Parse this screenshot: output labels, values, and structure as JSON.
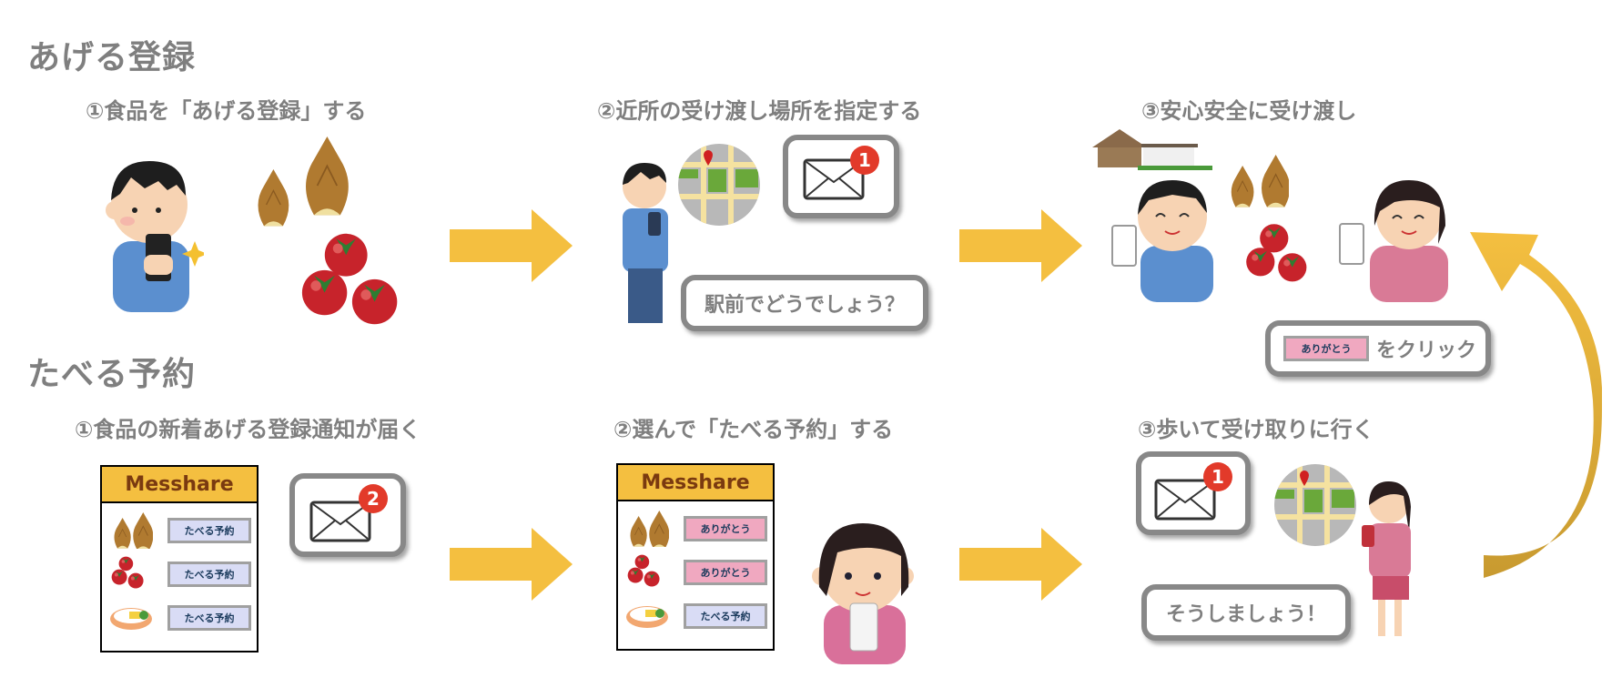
{
  "sections": {
    "give": {
      "title": "あげる登録"
    },
    "eat": {
      "title": "たべる予約"
    }
  },
  "steps": {
    "give_1": {
      "title": "①食品を「あげる登録」する"
    },
    "give_2": {
      "title": "②近所の受け渡し場所を指定する",
      "speech": "駅前でどうでしょう？",
      "mail_badge": "1"
    },
    "give_3": {
      "title": "③安心安全に受け渡し",
      "button_label": "ありがとう",
      "speech_suffix": "をクリック"
    },
    "eat_1": {
      "title": "①食品の新着あげる登録通知が届く",
      "mail_badge": "2"
    },
    "eat_2": {
      "title": "②選んで「たべる予約」する"
    },
    "eat_3": {
      "title": "③歩いて受け取りに行く",
      "speech": "そうしましょう！",
      "mail_badge": "1"
    }
  },
  "app_screens": {
    "notify": {
      "brand": "Messhare",
      "rows": [
        {
          "food": "bamboo-shoot",
          "button": "たべる予約",
          "state": "eat"
        },
        {
          "food": "tomato",
          "button": "たべる予約",
          "state": "eat"
        },
        {
          "food": "bento",
          "button": "たべる予約",
          "state": "eat"
        }
      ]
    },
    "reserve": {
      "brand": "Messhare",
      "rows": [
        {
          "food": "bamboo-shoot",
          "button": "ありがとう",
          "state": "thanks"
        },
        {
          "food": "tomato",
          "button": "ありがとう",
          "state": "thanks"
        },
        {
          "food": "bento",
          "button": "たべる予約",
          "state": "eat"
        }
      ]
    }
  },
  "colors": {
    "arrow": "#f4bf40",
    "arrow_dark": "#c89a30",
    "text": "#7f7f7f",
    "badge": "#e23a2a",
    "btn_eat": "#d9dcf5",
    "btn_thanks": "#f0a8c0",
    "brand_bg": "#f4bf40"
  }
}
